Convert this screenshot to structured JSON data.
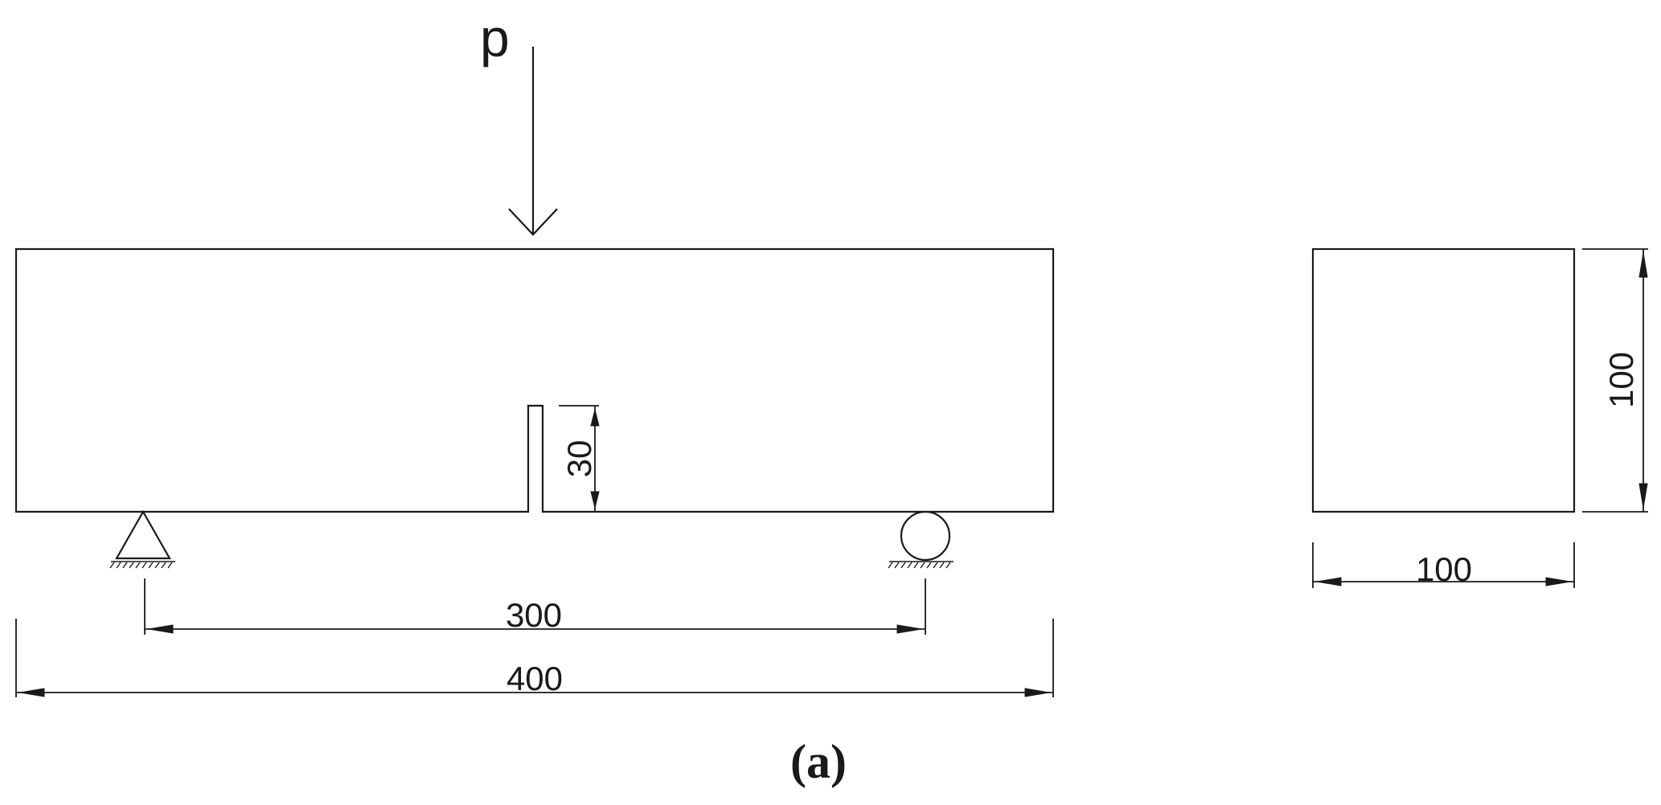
{
  "load_label": "p",
  "notch_depth_label": "30",
  "span_label": "300",
  "length_label": "400",
  "section_height_label": "100",
  "section_width_label": "100",
  "caption": "(a)"
}
